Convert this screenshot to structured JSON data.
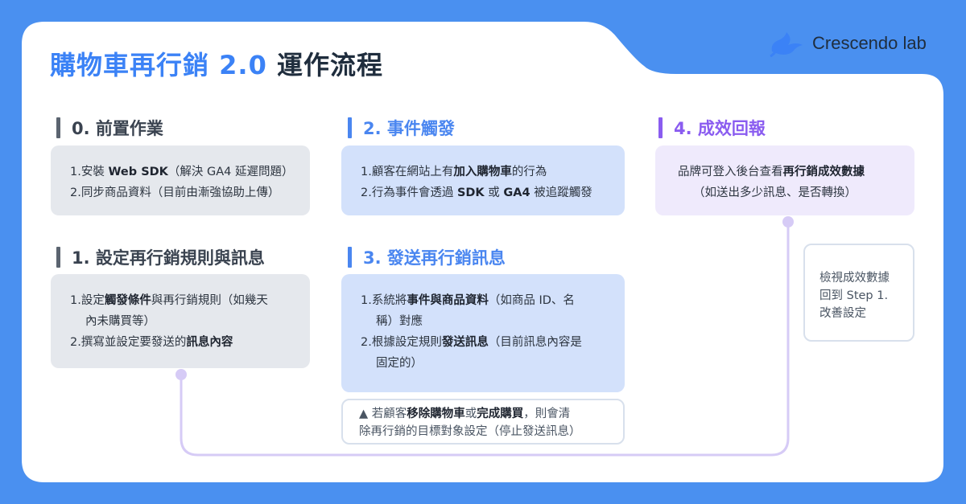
{
  "title": {
    "main": "購物車再行銷 2.0",
    "sub": "運作流程"
  },
  "brand": {
    "name": "Crescendo lab",
    "icon": "bird-logo-icon"
  },
  "colors": {
    "background": "#4a90f0",
    "step0": "#5b6470",
    "step1": "#5b6470",
    "step2": "#4a86f0",
    "step3": "#4a86f0",
    "step4": "#8a5cf0"
  },
  "steps": [
    {
      "heading": "0. 前置作業",
      "lines": [
        [
          {
            "t": "1.安裝 "
          },
          {
            "t": "Web SDK",
            "b": true
          },
          {
            "t": "（解決 GA4 延遲問題）"
          }
        ],
        [
          {
            "t": "2.同步商品資料（目前由漸強協助上傳）"
          }
        ]
      ]
    },
    {
      "heading": "1.  設定再行銷規則與訊息",
      "lines": [
        [
          {
            "t": "1.設定"
          },
          {
            "t": "觸發條件",
            "b": true
          },
          {
            "t": "與再行銷規則（如幾天"
          }
        ],
        [
          {
            "t": "內未購買等）"
          }
        ],
        [
          {
            "t": "2.撰寫並設定要發送的"
          },
          {
            "t": "訊息內容",
            "b": true
          }
        ]
      ]
    },
    {
      "heading": "2. 事件觸發",
      "lines": [
        [
          {
            "t": "1.顧客在網站上有"
          },
          {
            "t": "加入購物車",
            "b": true
          },
          {
            "t": "的行為"
          }
        ],
        [
          {
            "t": "2.行為事件會透過 "
          },
          {
            "t": "SDK",
            "b": true
          },
          {
            "t": " 或 "
          },
          {
            "t": "GA4",
            "b": true
          },
          {
            "t": " 被追蹤觸發"
          }
        ]
      ]
    },
    {
      "heading": "3. 發送再行銷訊息",
      "lines": [
        [
          {
            "t": "1.系統將"
          },
          {
            "t": "事件與商品資料",
            "b": true
          },
          {
            "t": "（如商品 ID、名"
          }
        ],
        [
          {
            "t": "稱）對應"
          }
        ],
        [
          {
            "t": "2.根據設定規則"
          },
          {
            "t": "發送訊息",
            "b": true
          },
          {
            "t": "（目前訊息內容是"
          }
        ],
        [
          {
            "t": "固定的）"
          }
        ]
      ]
    },
    {
      "heading": "4. 成效回報",
      "lines": [
        [
          {
            "t": "品牌可登入後台查看"
          },
          {
            "t": "再行銷成效數據",
            "b": true
          }
        ],
        [
          {
            "t": "（如送出多少訊息、是否轉換）"
          }
        ]
      ]
    }
  ],
  "notes": {
    "warning": [
      [
        {
          "t": "▲ 若顧客"
        },
        {
          "t": "移除購物車",
          "b": true
        },
        {
          "t": "或"
        },
        {
          "t": "完成購買",
          "b": true
        },
        {
          "t": "，則會清"
        }
      ],
      [
        {
          "t": "除再行銷的目標對象設定（停止發送訊息）"
        }
      ]
    ],
    "review": [
      "檢視成效數據",
      "回到 Step 1.",
      "改善設定"
    ]
  }
}
